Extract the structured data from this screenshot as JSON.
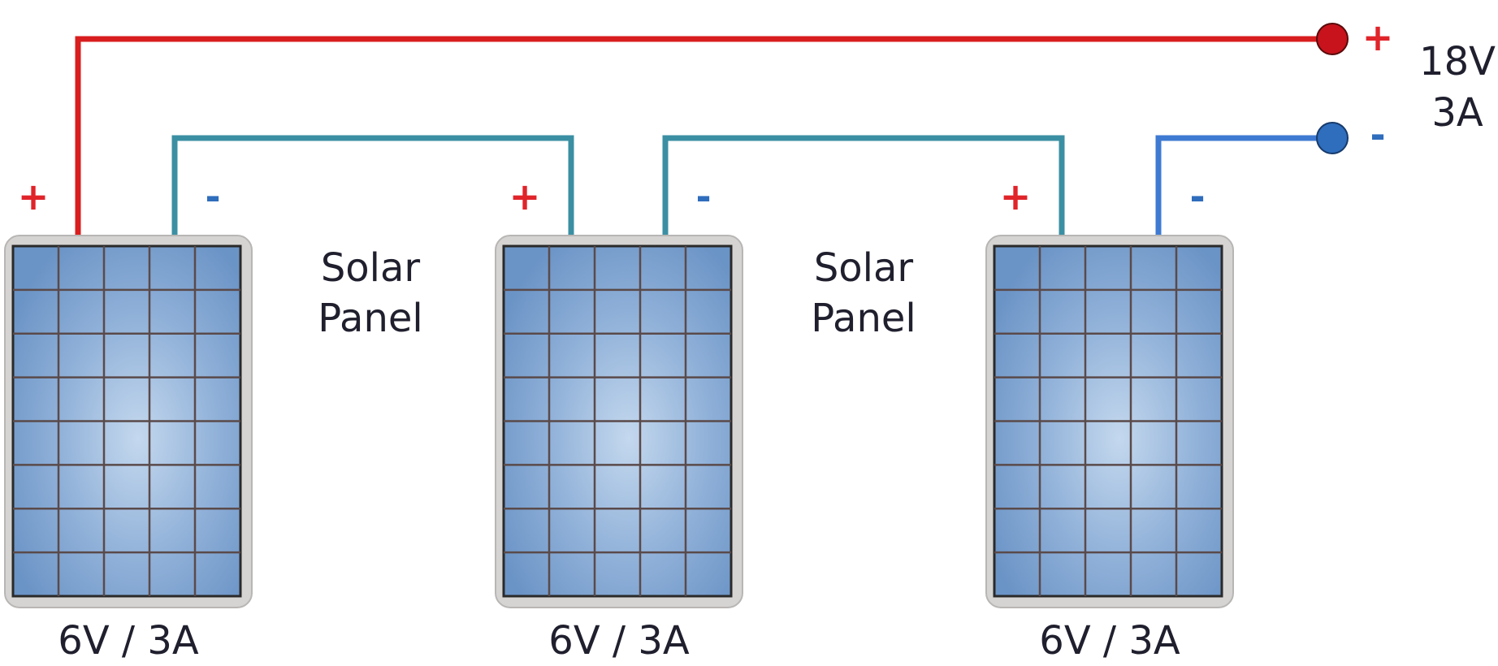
{
  "panels": [
    {
      "rating": "6V / 3A",
      "pos_sign": "+",
      "neg_sign": "-"
    },
    {
      "rating": "6V / 3A",
      "pos_sign": "+",
      "neg_sign": "-"
    },
    {
      "rating": "6V / 3A",
      "pos_sign": "+",
      "neg_sign": "-"
    }
  ],
  "gap_labels": [
    {
      "line1": "Solar",
      "line2": "Panel"
    },
    {
      "line1": "Solar",
      "line2": "Panel"
    }
  ],
  "output": {
    "pos_sign": "+",
    "neg_sign": "-",
    "voltage": "18V",
    "current": "3A"
  },
  "colors": {
    "positive_wire": "#d81e1e",
    "series_wire": "#3b8fa3",
    "negative_wire": "#3f7ad2",
    "positive_terminal": "#c8131c",
    "negative_terminal": "#2f6dbd",
    "plus_sign": "#e0242a",
    "minus_sign": "#2f6dbd",
    "panel_frame": "#d6d4d2",
    "panel_cell": "#6e98c9",
    "panel_grid": "#5a4a4a"
  }
}
